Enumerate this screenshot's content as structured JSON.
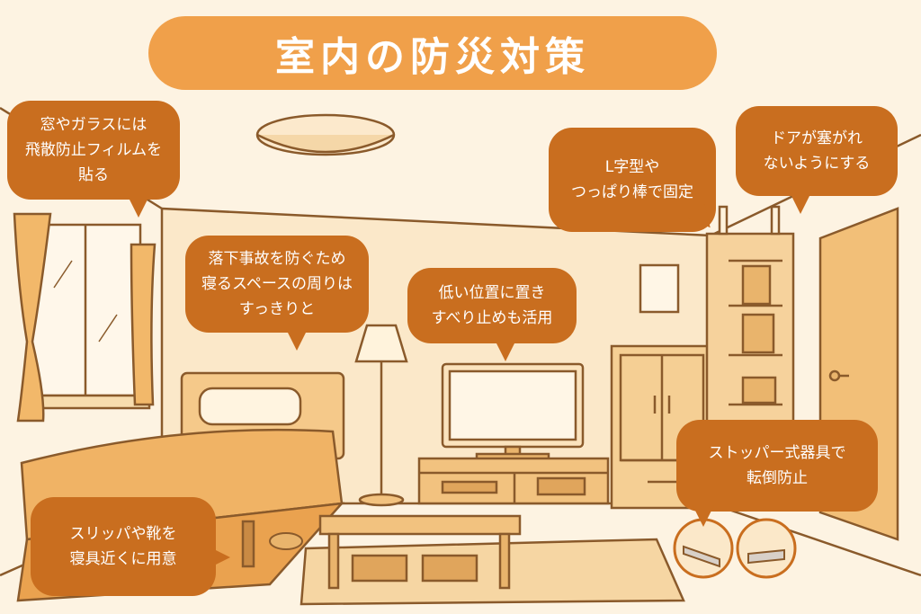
{
  "title": "室内の防災対策",
  "callouts": {
    "window_film": "窓やガラスには\n飛散防止フィルムを\n貼る",
    "bed_space": "落下事故を防ぐため\n寝るスペースの周りは\nすっきりと",
    "tv_placement": "低い位置に置き\nすべり止めも活用",
    "shelf_fix": "L字型や\nつっぱり棒で固定",
    "door_clear": "ドアが塞がれ\nないようにする",
    "stopper": "ストッパー式器具で\n転倒防止",
    "slippers": "スリッパや靴を\n寝具近くに用意"
  },
  "colors": {
    "accent": "#c96e1f",
    "title_bg": "#f0a04a",
    "background": "#fdf3e2",
    "line": "#8a5a2b"
  }
}
